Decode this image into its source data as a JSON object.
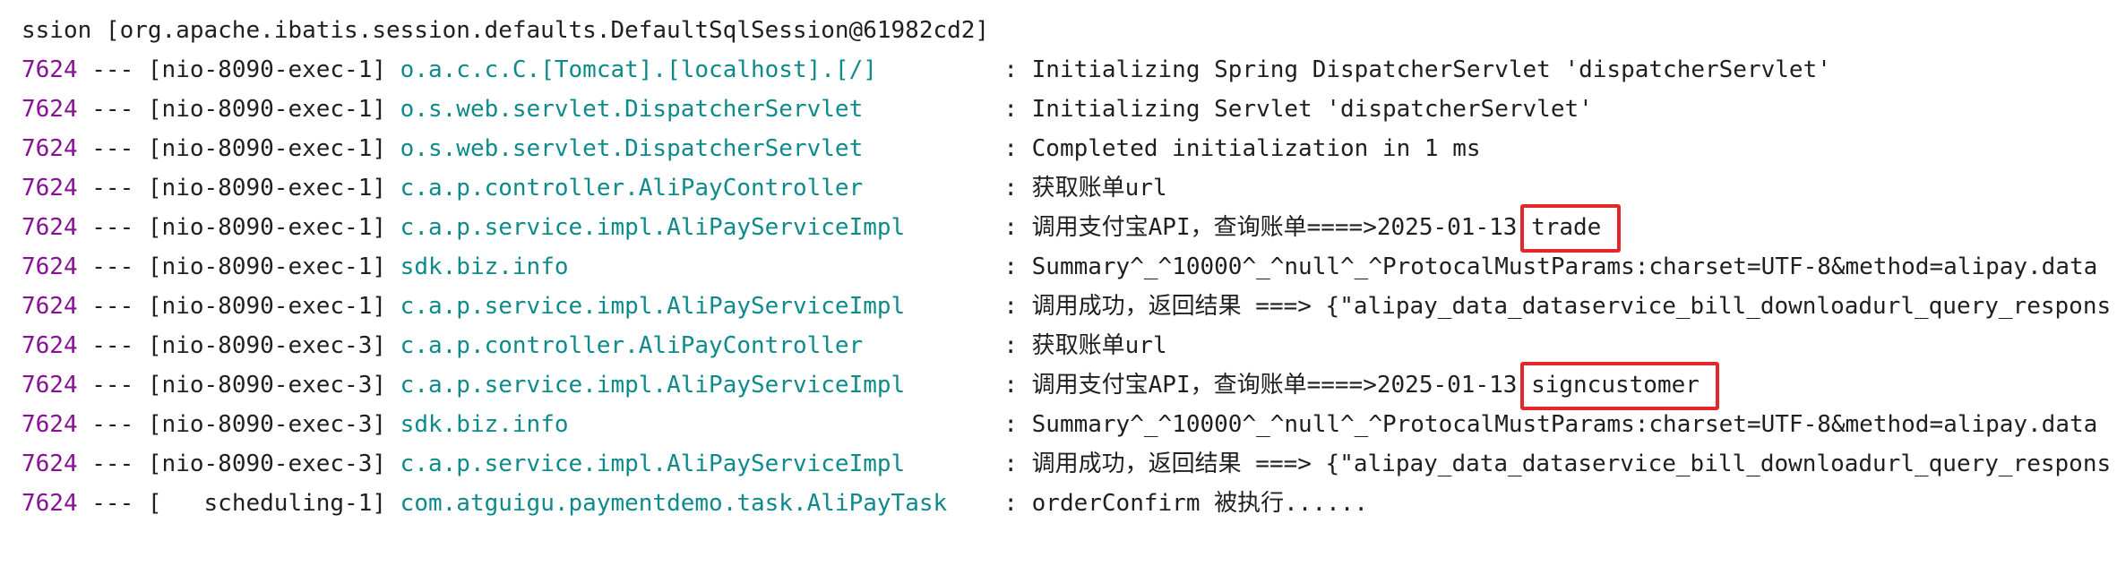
{
  "header_line": "ssion [org.apache.ibatis.session.defaults.DefaultSqlSession@61982cd2]",
  "rows": [
    {
      "pid": "7624",
      "sep": "---",
      "thread": "[nio-8090-exec-1]",
      "logger": "o.a.c.c.C.[Tomcat].[localhost].[/]",
      "message": "Initializing Spring DispatcherServlet 'dispatcherServlet'",
      "highlight": ""
    },
    {
      "pid": "7624",
      "sep": "---",
      "thread": "[nio-8090-exec-1]",
      "logger": "o.s.web.servlet.DispatcherServlet",
      "message": "Initializing Servlet 'dispatcherServlet'",
      "highlight": ""
    },
    {
      "pid": "7624",
      "sep": "---",
      "thread": "[nio-8090-exec-1]",
      "logger": "o.s.web.servlet.DispatcherServlet",
      "message": "Completed initialization in 1 ms",
      "highlight": ""
    },
    {
      "pid": "7624",
      "sep": "---",
      "thread": "[nio-8090-exec-1]",
      "logger": "c.a.p.controller.AliPayController",
      "message": "获取账单url",
      "highlight": ""
    },
    {
      "pid": "7624",
      "sep": "---",
      "thread": "[nio-8090-exec-1]",
      "logger": "c.a.p.service.impl.AliPayServiceImpl",
      "message": "调用支付宝API，查询账单====>2025-01-13 ",
      "highlight": "trade"
    },
    {
      "pid": "7624",
      "sep": "---",
      "thread": "[nio-8090-exec-1]",
      "logger": "sdk.biz.info",
      "message": "Summary^_^10000^_^null^_^ProtocalMustParams:charset=UTF-8&method=alipay.data",
      "highlight": ""
    },
    {
      "pid": "7624",
      "sep": "---",
      "thread": "[nio-8090-exec-1]",
      "logger": "c.a.p.service.impl.AliPayServiceImpl",
      "message": "调用成功，返回结果 ===> {\"alipay_data_dataservice_bill_downloadurl_query_respons",
      "highlight": ""
    },
    {
      "pid": "7624",
      "sep": "---",
      "thread": "[nio-8090-exec-3]",
      "logger": "c.a.p.controller.AliPayController",
      "message": "获取账单url",
      "highlight": ""
    },
    {
      "pid": "7624",
      "sep": "---",
      "thread": "[nio-8090-exec-3]",
      "logger": "c.a.p.service.impl.AliPayServiceImpl",
      "message": "调用支付宝API，查询账单====>2025-01-13 ",
      "highlight": "signcustomer"
    },
    {
      "pid": "7624",
      "sep": "---",
      "thread": "[nio-8090-exec-3]",
      "logger": "sdk.biz.info",
      "message": "Summary^_^10000^_^null^_^ProtocalMustParams:charset=UTF-8&method=alipay.data",
      "highlight": ""
    },
    {
      "pid": "7624",
      "sep": "---",
      "thread": "[nio-8090-exec-3]",
      "logger": "c.a.p.service.impl.AliPayServiceImpl",
      "message": "调用成功，返回结果 ===> {\"alipay_data_dataservice_bill_downloadurl_query_respons",
      "highlight": ""
    },
    {
      "pid": "7624",
      "sep": "---",
      "thread": "[   scheduling-1]",
      "logger": "com.atguigu.paymentdemo.task.AliPayTask",
      "message": "orderConfirm 被执行......",
      "highlight": ""
    }
  ],
  "colors": {
    "pid": "#871094",
    "logger": "#0e8a8a",
    "text": "#1f1f1f",
    "highlight_box": "#e5262a"
  }
}
